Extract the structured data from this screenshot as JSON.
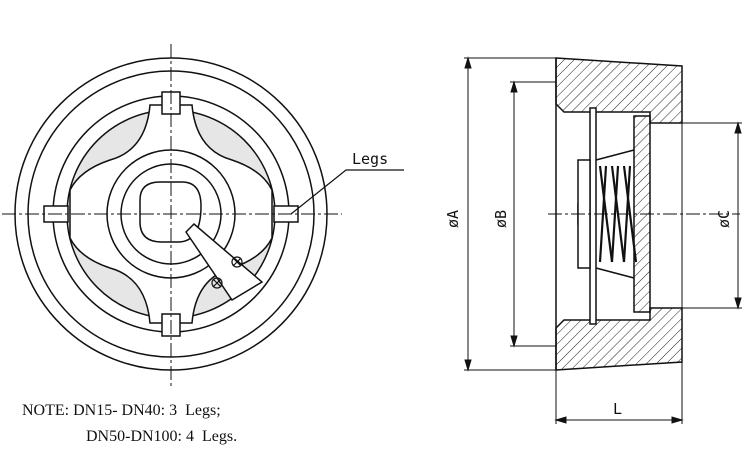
{
  "labels": {
    "legs": "Legs",
    "dia_a": "øA",
    "dia_b": "øB",
    "dia_c": "øC",
    "length": "L"
  },
  "note": {
    "line1": "NOTE: DN15- DN40: 3  Legs;",
    "line2": "DN50-DN100: 4  Legs."
  }
}
